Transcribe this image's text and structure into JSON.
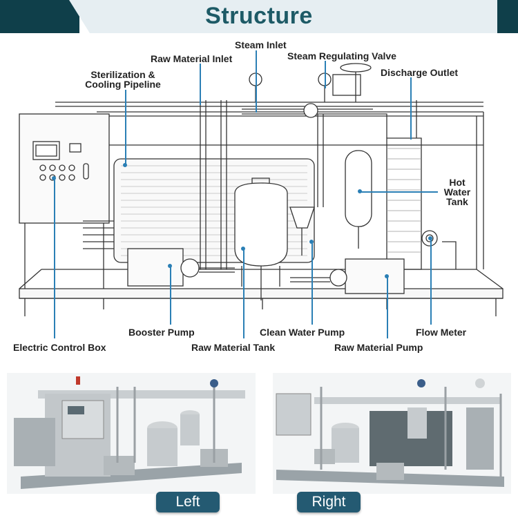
{
  "header": {
    "title": "Structure"
  },
  "labels": {
    "steam_inlet": "Steam Inlet",
    "raw_material_inlet": "Raw Material Inlet",
    "steam_regulating_valve": "Steam Regulating Valve",
    "discharge_outlet": "Discharge Outlet",
    "sterilization_cooling_line1": "Sterilization &",
    "sterilization_cooling_line2": "Cooling Pipeline",
    "hot_water_tank_line1": "Hot",
    "hot_water_tank_line2": "Water",
    "hot_water_tank_line3": "Tank",
    "booster_pump": "Booster Pump",
    "clean_water_pump": "Clean Water Pump",
    "flow_meter": "Flow Meter",
    "electric_control_box": "Electric Control Box",
    "raw_material_tank": "Raw Material Tank",
    "raw_material_pump": "Raw Material Pump"
  },
  "photos": {
    "left_label": "Left",
    "right_label": "Right"
  },
  "colors": {
    "banner_dark": "#0f3f4a",
    "title": "#1d5a66",
    "leader": "#2a7fb5",
    "pill": "#245a72"
  }
}
